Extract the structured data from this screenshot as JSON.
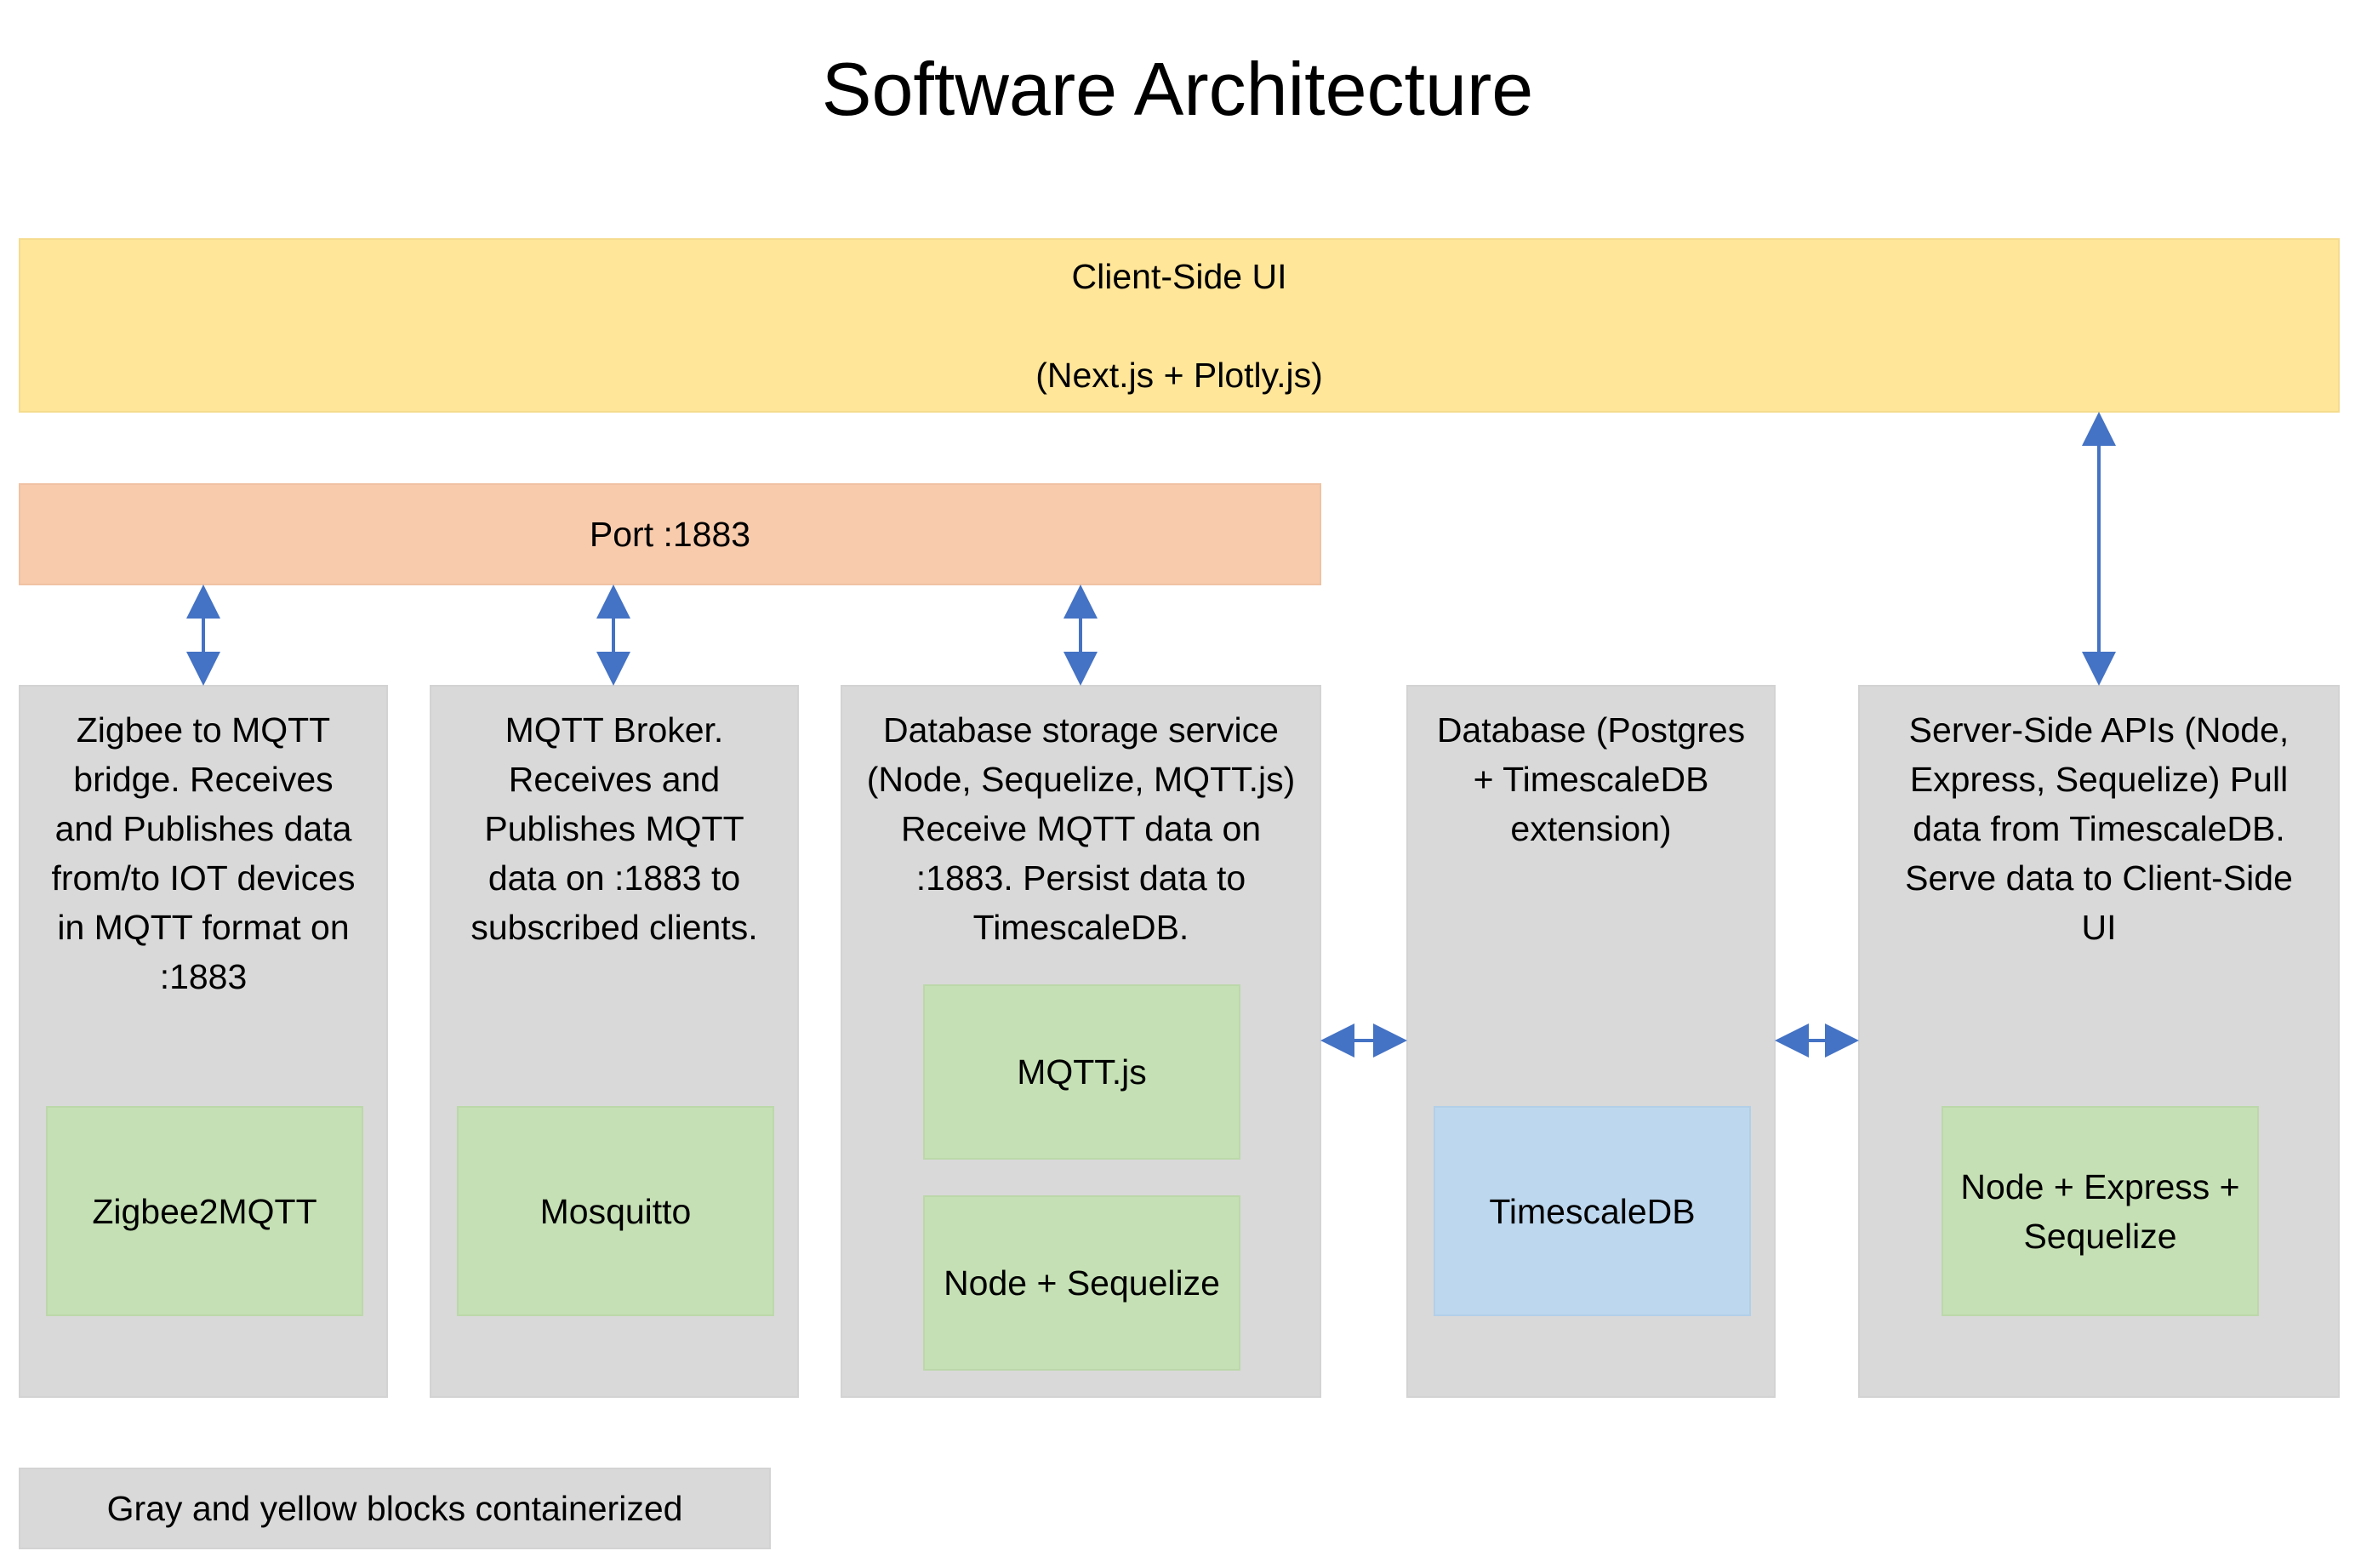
{
  "title": "Software Architecture",
  "client_ui": {
    "line1": "Client-Side UI",
    "line2": "(Next.js + Plotly.js)"
  },
  "port": {
    "label": "Port :1883"
  },
  "columns": [
    {
      "description": "Zigbee to MQTT\nbridge. Receives\nand Publishes data\nfrom/to IOT devices\nin MQTT format on\n:1883",
      "components": [
        "Zigbee2MQTT"
      ]
    },
    {
      "description": "MQTT Broker.\nReceives and\nPublishes MQTT\ndata on :1883 to\nsubscribed clients.",
      "components": [
        "Mosquitto"
      ]
    },
    {
      "description": "Database storage service\n(Node, Sequelize, MQTT.js)\nReceive MQTT data on\n:1883. Persist data to\nTimescaleDB.",
      "components": [
        "MQTT.js",
        "Node + Sequelize"
      ]
    },
    {
      "description": "Database (Postgres\n+ TimescaleDB\nextension)",
      "components": [
        "TimescaleDB"
      ]
    },
    {
      "description": "Server-Side APIs (Node,\nExpress, Sequelize) Pull\ndata from TimescaleDB.\nServe data to Client-Side\nUI",
      "components": [
        "Node + Express +\nSequelize"
      ]
    }
  ],
  "legend": {
    "label": "Gray and yellow blocks containerized"
  },
  "colors": {
    "client_ui": "#ffe699",
    "port": "#f8cbad",
    "container": "#d9d9d9",
    "component": "#c5e0b4",
    "database": "#bdd7ee",
    "arrow": "#4472c4"
  }
}
